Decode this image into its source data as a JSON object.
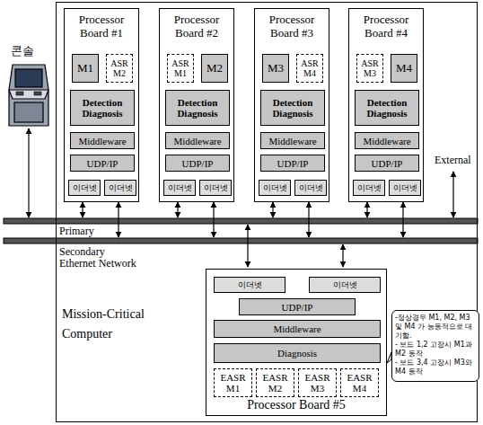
{
  "diagram": {
    "nodes": [
      {
        "text": [
          "Mission-Critical Computer"
        ]
      },
      {
        "text": [
          "Processor Board #1"
        ],
        "in": 0
      },
      {
        "text": [
          "M1"
        ],
        "in": 1
      },
      {
        "text": [
          "ASR M2"
        ],
        "in": 1
      },
      {
        "text": [
          "Detection Diagnosis"
        ],
        "in": 1
      },
      {
        "text": [
          "Middleware"
        ],
        "in": 1
      },
      {
        "text": [
          "UDP/IP"
        ],
        "in": 1
      },
      {
        "text": [
          "이더넷"
        ],
        "in": 1
      },
      {
        "text": [
          "이더넷"
        ],
        "in": 1
      },
      {
        "text": [
          "Processor Board #2"
        ],
        "in": 0
      },
      {
        "text": [
          "ASR M1"
        ],
        "in": 9
      },
      {
        "text": [
          "M2"
        ],
        "in": 9
      },
      {
        "text": [
          "Detection Diagnosis"
        ],
        "in": 9
      },
      {
        "text": [
          "Middleware"
        ],
        "in": 9
      },
      {
        "text": [
          "UDP/IP"
        ],
        "in": 9
      },
      {
        "text": [
          "이더넷"
        ],
        "in": 9
      },
      {
        "text": [
          "이더넷"
        ],
        "in": 9
      },
      {
        "text": [
          "Processor Board #3"
        ],
        "in": 0
      },
      {
        "text": [
          "M3"
        ],
        "in": 17
      },
      {
        "text": [
          "ASR M4"
        ],
        "in": 17
      },
      {
        "text": [
          "Detection Diagnosis"
        ],
        "in": 17
      },
      {
        "text": [
          "Middleware"
        ],
        "in": 17
      },
      {
        "text": [
          "UDP/IP"
        ],
        "in": 17
      },
      {
        "text": [
          "이더넷"
        ],
        "in": 17
      },
      {
        "text": [
          "이더넷"
        ],
        "in": 17
      },
      {
        "text": [
          "Processor Board #4"
        ],
        "in": 0
      },
      {
        "text": [
          "ASR M3"
        ],
        "in": 25
      },
      {
        "text": [
          "M4"
        ],
        "in": 25
      },
      {
        "text": [
          "Detection Diagnosis"
        ],
        "in": 25
      },
      {
        "text": [
          "Middleware"
        ],
        "in": 25
      },
      {
        "text": [
          "UDP/IP"
        ],
        "in": 25
      },
      {
        "text": [
          "이더넷"
        ],
        "in": 25
      },
      {
        "text": [
          "이더넷"
        ],
        "in": 25
      },
      {
        "text": [
          "Processor Board #5"
        ],
        "in": 0
      },
      {
        "text": [
          "이더넷"
        ],
        "in": 33
      },
      {
        "text": [
          "이더넷"
        ],
        "in": 33
      },
      {
        "text": [
          "UDP/IP"
        ],
        "in": 33
      },
      {
        "text": [
          "Middleware"
        ],
        "in": 33
      },
      {
        "text": [
          "Diagnosis"
        ],
        "in": 33
      },
      {
        "text": [
          "EASR M1"
        ],
        "in": 33
      },
      {
        "text": [
          "EASR M2"
        ],
        "in": 33
      },
      {
        "text": [
          "EASR M3"
        ],
        "in": 33
      },
      {
        "text": [
          "EASR M4"
        ],
        "in": 33
      },
      {
        "text": [
          "-정상경우 M1, M2, M3 및 M4 가 능동적으로 대기함.",
          "- 보드 1,2 고장시 M1과 M2 동작",
          "- 보드 3,4 고장시 M3와 M4 동작"
        ]
      }
    ],
    "labels": [
      "콘솔",
      "External",
      "Primary",
      "Secondary Ethernet Network"
    ]
  }
}
